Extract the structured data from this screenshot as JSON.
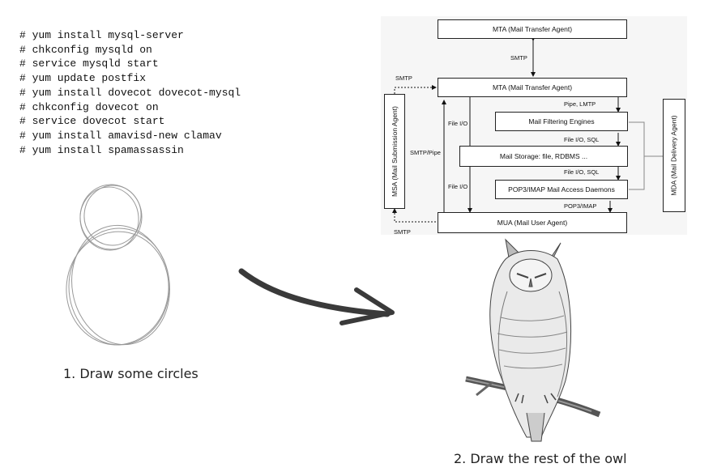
{
  "commands": [
    "# yum install mysql-server",
    "# chkconfig mysqld on",
    "# service mysqld start",
    "# yum update postfix",
    "# yum install dovecot dovecot-mysql",
    "# chkconfig dovecot on",
    "# service dovecot start",
    "# yum install amavisd-new clamav",
    "# yum install spamassassin"
  ],
  "captions": {
    "step1": "1. Draw some circles",
    "step2": "2. Draw the rest of the  owl"
  },
  "diagram": {
    "mta_top": "MTA (Mail Transfer Agent)",
    "mta_main": "MTA (Mail Transfer Agent)",
    "filter": "Mail Filtering Engines",
    "storage": "Mail Storage: file, RDBMS ...",
    "pop": "POP3/IMAP Mail Access Daemons",
    "mua": "MUA (Mail User Agent)",
    "msa": "MSA (Mail Submission Agent)",
    "mda": "MDA (Mail Delivery Agent)",
    "labels": {
      "smtp_center": "SMTP",
      "smtp_topleft": "SMTP",
      "smtp_bottomleft": "SMTP",
      "smtp_pipe": "SMTP/Pipe",
      "fileio_upper": "File I/O",
      "fileio_lower": "File I/O",
      "pipe_lmtp": "Pipe, LMTP",
      "fileio_sql_1": "File I/O, SQL",
      "fileio_sql_2": "File I/O, SQL",
      "pop3imap": "POP3/IMAP"
    }
  }
}
